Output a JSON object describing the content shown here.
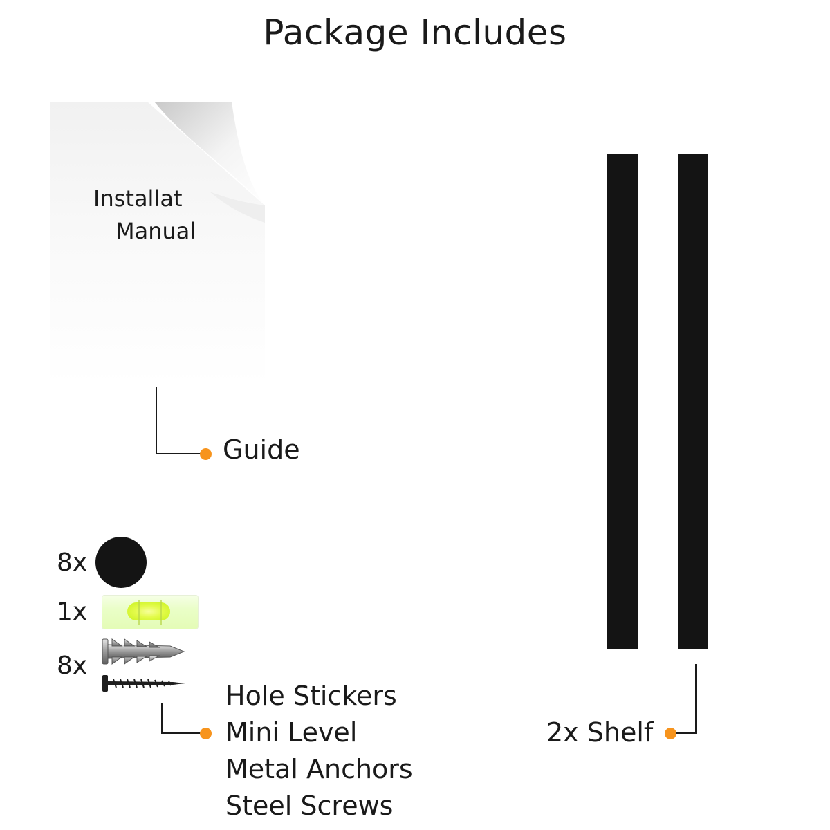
{
  "title": "Package Includes",
  "manual": {
    "line1": "Installat",
    "line2": "Manual"
  },
  "callouts": {
    "guide": "Guide",
    "shelf": "2x Shelf",
    "items": [
      "Hole Stickers",
      "Mini Level",
      "Metal Anchors",
      "Steel Screws"
    ]
  },
  "counts": {
    "stickers": "8x",
    "level": "1x",
    "anchors_screws": "8x"
  },
  "colors": {
    "accent_dot": "#f7941d",
    "shelf": "#141414",
    "sticker": "#141414"
  }
}
